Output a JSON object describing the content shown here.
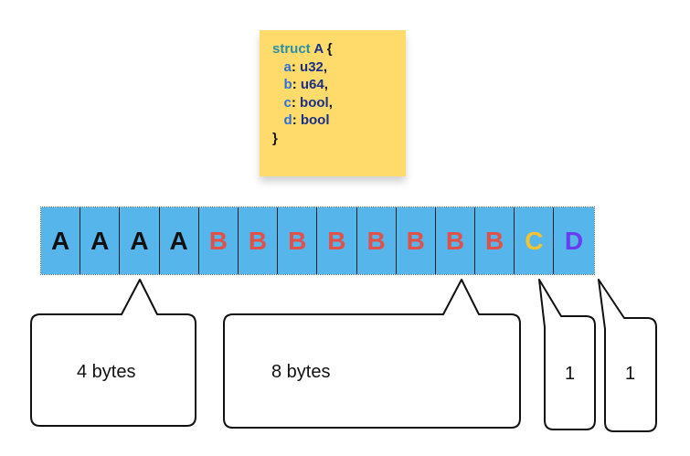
{
  "struct_code": {
    "keyword": "struct",
    "name": "A",
    "open_brace": "{",
    "close_brace": "}",
    "fields": [
      {
        "name": "a",
        "type": "u32",
        "sep": ","
      },
      {
        "name": "b",
        "type": "u64",
        "sep": ","
      },
      {
        "name": "c",
        "type": "bool",
        "sep": ","
      },
      {
        "name": "d",
        "type": "bool",
        "sep": ""
      }
    ]
  },
  "bytes": [
    {
      "label": "A",
      "color": "#111111"
    },
    {
      "label": "A",
      "color": "#111111"
    },
    {
      "label": "A",
      "color": "#111111"
    },
    {
      "label": "A",
      "color": "#111111"
    },
    {
      "label": "B",
      "color": "#e0514a"
    },
    {
      "label": "B",
      "color": "#e0514a"
    },
    {
      "label": "B",
      "color": "#e0514a"
    },
    {
      "label": "B",
      "color": "#e0514a"
    },
    {
      "label": "B",
      "color": "#e0514a"
    },
    {
      "label": "B",
      "color": "#e0514a"
    },
    {
      "label": "B",
      "color": "#e0514a"
    },
    {
      "label": "B",
      "color": "#e0514a"
    },
    {
      "label": "C",
      "color": "#f4c430"
    },
    {
      "label": "D",
      "color": "#6a3cf0"
    }
  ],
  "callouts": [
    {
      "label": "4 bytes"
    },
    {
      "label": "8 bytes"
    },
    {
      "label": "1"
    },
    {
      "label": "1"
    }
  ]
}
